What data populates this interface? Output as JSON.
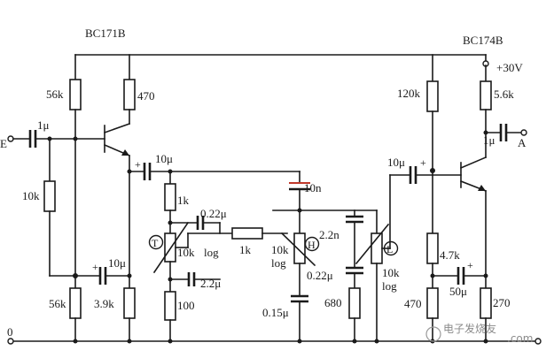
{
  "transistors": {
    "left": "BC171B",
    "right": "BC174B"
  },
  "supply": "+30V",
  "terminals": {
    "input": "E",
    "output": "A",
    "ground": "0"
  },
  "components": {
    "r_56k_top": "56k",
    "r_470_top": "470",
    "c_in": "1μ",
    "r_10k_left": "10k",
    "c_10u_out1": "10μ",
    "c_10u_bias": "10μ",
    "r_56k_bottom": "56k",
    "r_3_9k": "3.9k",
    "r_1k_treble": "1k",
    "c_0_22_treble": "0.22μ",
    "pot_treble_value": "10k",
    "pot_treble_taper": "log",
    "c_2_2u": "2.2μ",
    "r_100": "100",
    "r_1k_series": "1k",
    "c_10n": "10n",
    "pot_mid_value": "10k",
    "pot_mid_taper": "log",
    "c_0_22_mid": "0.22μ",
    "c_0_15": "0.15μ",
    "c_2_2n": "2.2n",
    "r_680": "680",
    "pot_bass_value": "10k",
    "pot_bass_taper": "log",
    "c_10u_in2": "10μ",
    "r_120k": "120k",
    "r_4_7k": "4.7k",
    "r_470_bottom": "470",
    "c_50u": "50μ",
    "r_5_6k": "5.6k",
    "c_out": "1μ",
    "r_270": "270"
  },
  "pot_markers": {
    "treble": "T",
    "mid": "H",
    "bass": "L"
  },
  "watermark": "电子发烧友\n.com"
}
